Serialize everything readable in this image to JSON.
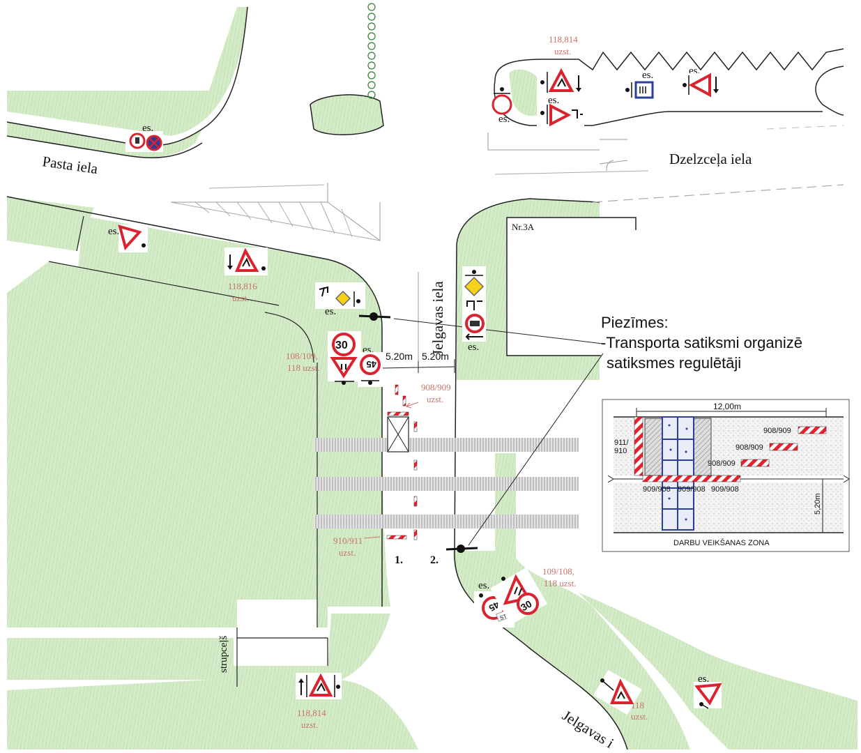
{
  "streets": {
    "pasta": "Pasta iela",
    "dzelzcela": "Dzelzceļa iela",
    "jelgavas_north": "Jelgavas iela",
    "jelgavas_south": "Jelgavas i",
    "strupcels": "strupceļš"
  },
  "building": "Nr.3A",
  "es_label": "es.",
  "annotations": {
    "a1": "118,814",
    "a1b": "uzst.",
    "a2": "118,816",
    "a2b": "uzst.",
    "a3": "108/109,",
    "a3b": "118 uzst.",
    "a4": "908/909",
    "a4b": "uzst.",
    "a5": "910/911",
    "a5b": "uzst.",
    "a6": "109/108,",
    "a6b": "118 uzst.",
    "a7": "118,814",
    "a7b": "uzst.",
    "a8": "118",
    "a8b": "uzst."
  },
  "dimensions": {
    "left": "5.20m",
    "right": "5.20m"
  },
  "points": {
    "p1": "1.",
    "p2": "2."
  },
  "speed_signs": [
    "30",
    "45"
  ],
  "stop_label": "STOP",
  "notes": {
    "title": "Piezīmes:",
    "line1": "-Transporta satiksmi organizē",
    "line2": "satiksmes regulētāji"
  },
  "inset": {
    "width_label": "12,00m",
    "height_label": "5,20m",
    "left_label_1": "911/",
    "left_label_2": "910",
    "b1": "908/909",
    "b2": "908/909",
    "b3": "908/909",
    "bottom_labels": [
      "909/908",
      "909/908",
      "909/908"
    ],
    "zone_title": "DARBU VEIKŠANAS ZONA"
  },
  "colors": {
    "green": "#cde8c1",
    "red": "#d9232e",
    "blue": "#2c3e9a",
    "note_red": "#c9736b"
  }
}
